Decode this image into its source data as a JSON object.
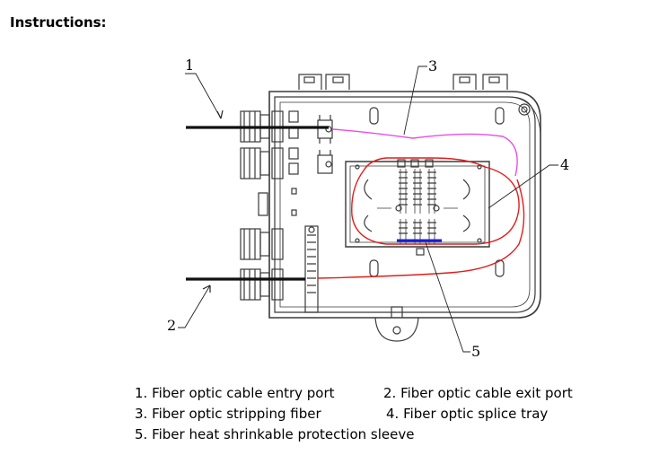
{
  "heading": "Instructions:",
  "callouts": [
    "1",
    "2",
    "3",
    "4",
    "5"
  ],
  "legend": {
    "item1": "1. Fiber optic cable entry port",
    "item2": "2. Fiber optic cable exit port",
    "item3": "3. Fiber optic stripping fiber",
    "item4": "4. Fiber optic splice tray",
    "item5": "5. Fiber heat shrinkable protection sleeve"
  },
  "colors": {
    "outline": "#3a3a3a",
    "stripping_fiber": "#e84de8",
    "fiber": "#e31b1b",
    "sleeve": "#1a1ad6",
    "cable": "#111111"
  }
}
